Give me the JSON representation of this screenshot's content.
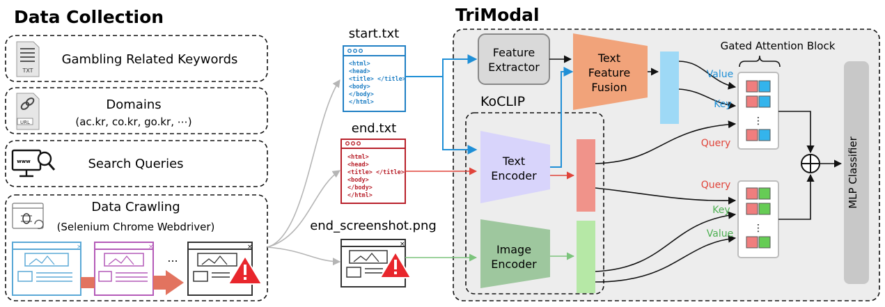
{
  "sections": {
    "data_collection": "Data Collection",
    "trimodal": "TriModal",
    "koclip": "KoCLIP"
  },
  "sources": {
    "keywords": "Gambling Related Keywords",
    "domains_title": "Domains",
    "domains_sub": "(ac.kr, co.kr, go.kr, ⋯)",
    "queries": "Search Queries",
    "crawling_title": "Data Crawling",
    "crawling_sub": "(Selenium Chrome Webdriver)",
    "ellipsis": "...",
    "txt_icon_label": "TXT",
    "url_icon_label": "URL"
  },
  "files": {
    "start": "start.txt",
    "end": "end.txt",
    "screenshot": "end_screenshot.png",
    "code_start": [
      "<html>",
      "<head>",
      "<title> </title>",
      "<body>",
      "</body>",
      "</html>"
    ],
    "code_end": [
      "<html>",
      "<head>",
      "<title> </title>",
      "<body>",
      "</body>",
      "</html>"
    ]
  },
  "modules": {
    "feature_extractor": [
      "Feature",
      "Extractor"
    ],
    "text_feature_fusion": [
      "Text",
      "Feature",
      "Fusion"
    ],
    "text_encoder": [
      "Text",
      "Encoder"
    ],
    "image_encoder": [
      "Image",
      "Encoder"
    ],
    "gated_attention": "Gated Attention Block",
    "mlp": "MLP Classifier"
  },
  "arrows": {
    "value": "Value",
    "key": "Key",
    "query": "Query",
    "vdots": "⋮"
  },
  "colors": {
    "blue": "#1f8fd6",
    "red": "#e0443a",
    "green": "#4caf50",
    "gray_box": "#d9d9d9",
    "orange": "#f1a37a",
    "lavender": "#d8d4fb",
    "sage": "#9ec79e"
  }
}
